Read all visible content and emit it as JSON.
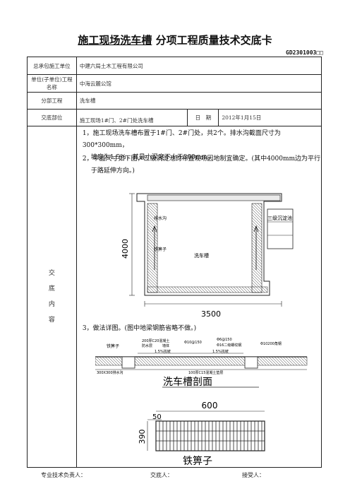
{
  "doc": {
    "title_main": "施工现场洗车槽",
    "title_rest": "分项工程质量技术交底卡",
    "code": "GD2301003□□"
  },
  "rows": {
    "contractor_label": "总承包施工单位",
    "contractor_value": "中建六局土木工程有限公司",
    "unit_label": "单位(子单位)工程名称",
    "unit_value": "中海云麓公馆",
    "sub_label": "分部工程",
    "sub_value": "洗车槽",
    "part_label": "交底部位",
    "part_value": "施工现场1#门、2#门处洗车槽",
    "date_label": "日　期",
    "date_value": "2012年1月15日"
  },
  "content": {
    "side_label": [
      "交",
      "底",
      "内",
      "容"
    ],
    "p1_line1": "1，施工现场洗车槽布置于1#门、2#门处，共2个。排水沟截面尺寸为300*300mm，",
    "p1_line2": "坡度为1.5%，其最小深度不小于300mm。",
    "p2_line1": "2，平面尺寸如下图，三级沉淀池的布置现场因地制宜确定。(其中4000mm边为平行",
    "p2_line2": "于路延伸方向。)",
    "p3": "3，做法详图。(图中地梁钢筋省略不做。)"
  },
  "plan": {
    "drain_label": "排水沟",
    "grate_label": "铁箅子",
    "center_label": "洗车槽",
    "tank_label": "三级沉淀池",
    "dim_height": "4000",
    "dim_width": "3500"
  },
  "section": {
    "grate_label": "铁箅子",
    "slab_note": "200厚C20混凝土",
    "waterproof_note": "防水层",
    "wall_note": "墙体",
    "slope_left": "1.5%找坡",
    "slope_right": "1.5%找坡",
    "rebar_note1": "Φ6@150",
    "rebar_note2": "Φ16二级螺纹钢",
    "rebar_note3": "Φ10@150",
    "steel_note": "Φ10200角钢",
    "drain_note": "300X300排水沟",
    "base_note": "100厚C15混凝土垫层",
    "caption": "洗车槽剖面"
  },
  "grate": {
    "dim_width": "600",
    "dim_spacing": "50",
    "dim_height": "390",
    "caption": "铁箅子"
  },
  "footer": {
    "tech_lead": "专业技术负责人：",
    "discloser": "交底人：",
    "receiver": "接受人："
  }
}
